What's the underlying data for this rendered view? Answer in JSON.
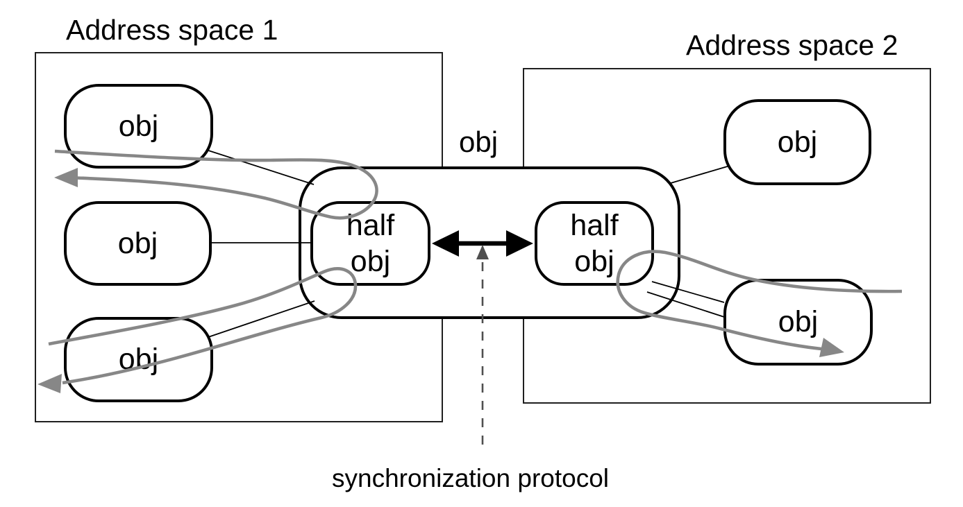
{
  "figure": {
    "address_space_1": {
      "label": "Address space 1"
    },
    "address_space_2": {
      "label": "Address space 2"
    },
    "central_object": {
      "label": "obj"
    },
    "half_objects": {
      "left": {
        "line1": "half",
        "line2": "obj"
      },
      "right": {
        "line1": "half",
        "line2": "obj"
      }
    },
    "objects": {
      "as1_top": {
        "label": "obj"
      },
      "as1_middle": {
        "label": "obj"
      },
      "as1_bottom": {
        "label": "obj"
      },
      "as2_top": {
        "label": "obj"
      },
      "as2_bottom": {
        "label": "obj"
      }
    },
    "protocol_label": "synchronization protocol",
    "colors": {
      "black_line": "#000000",
      "box_border": "#1f1f1f",
      "gray_arrow": "#878787",
      "dashed_line": "#4f4f4f",
      "background": "#ffffff",
      "text": "#000000"
    }
  }
}
